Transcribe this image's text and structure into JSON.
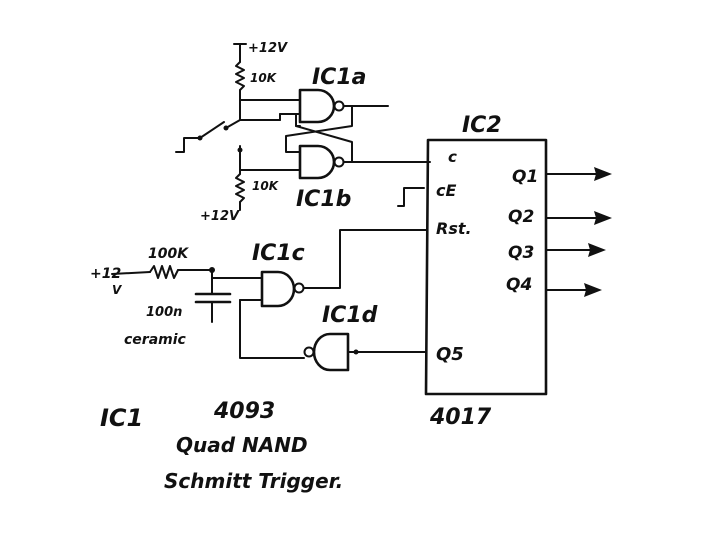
{
  "labels": {
    "top_supply": "+12V",
    "r_top": "10K",
    "gate_a": "IC1a",
    "gate_b": "IC1b",
    "r_bottom": "10K",
    "bottom_supply": "+12V",
    "ic2_title": "IC2",
    "pin_c": "c",
    "pin_ce": "cE",
    "pin_rst": "Rst.",
    "out_q1": "Q1",
    "out_q2": "Q2",
    "out_q3": "Q3",
    "out_q4": "Q4",
    "pin_q5": "Q5",
    "ic2_part": "4017",
    "gate_c": "IC1c",
    "gate_d": "IC1d",
    "supply_left": "+12",
    "supply_left_unit": "V",
    "r_reset": "100K",
    "cap_value": "100n",
    "cap_type": "ceramic"
  },
  "footer": {
    "ic1": "IC1",
    "ic1_part": "4093",
    "line1": "Quad NAND",
    "line2": "Schmitt Trigger."
  }
}
